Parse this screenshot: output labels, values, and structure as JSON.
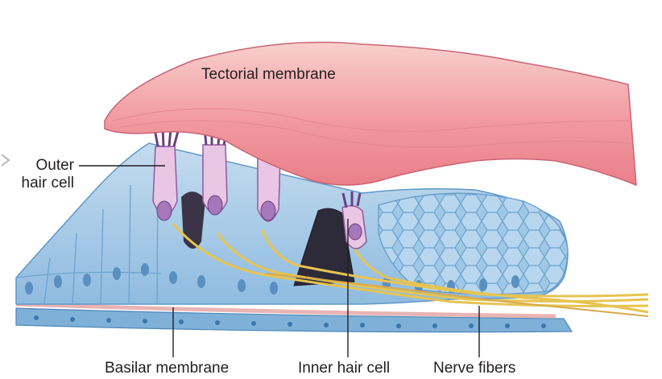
{
  "labels": {
    "tectorial_membrane": "Tectorial membrane",
    "outer_hair_cell_line1": "Outer",
    "outer_hair_cell_line2": "hair cell",
    "basilar_membrane": "Basilar membrane",
    "inner_hair_cell": "Inner hair cell",
    "nerve_fibers": "Nerve fibers"
  },
  "colors": {
    "tectorial_fill": "#f19aa0",
    "tectorial_top": "#f7c3c2",
    "support_cells": "#9cc6e4",
    "support_dark": "#5f98c6",
    "hair_cell": "#e8c6e4",
    "hair_nucleus": "#a777bb",
    "nerve": "#e7c451",
    "basilar": "#e9b4b4",
    "leader": "#231f20"
  }
}
